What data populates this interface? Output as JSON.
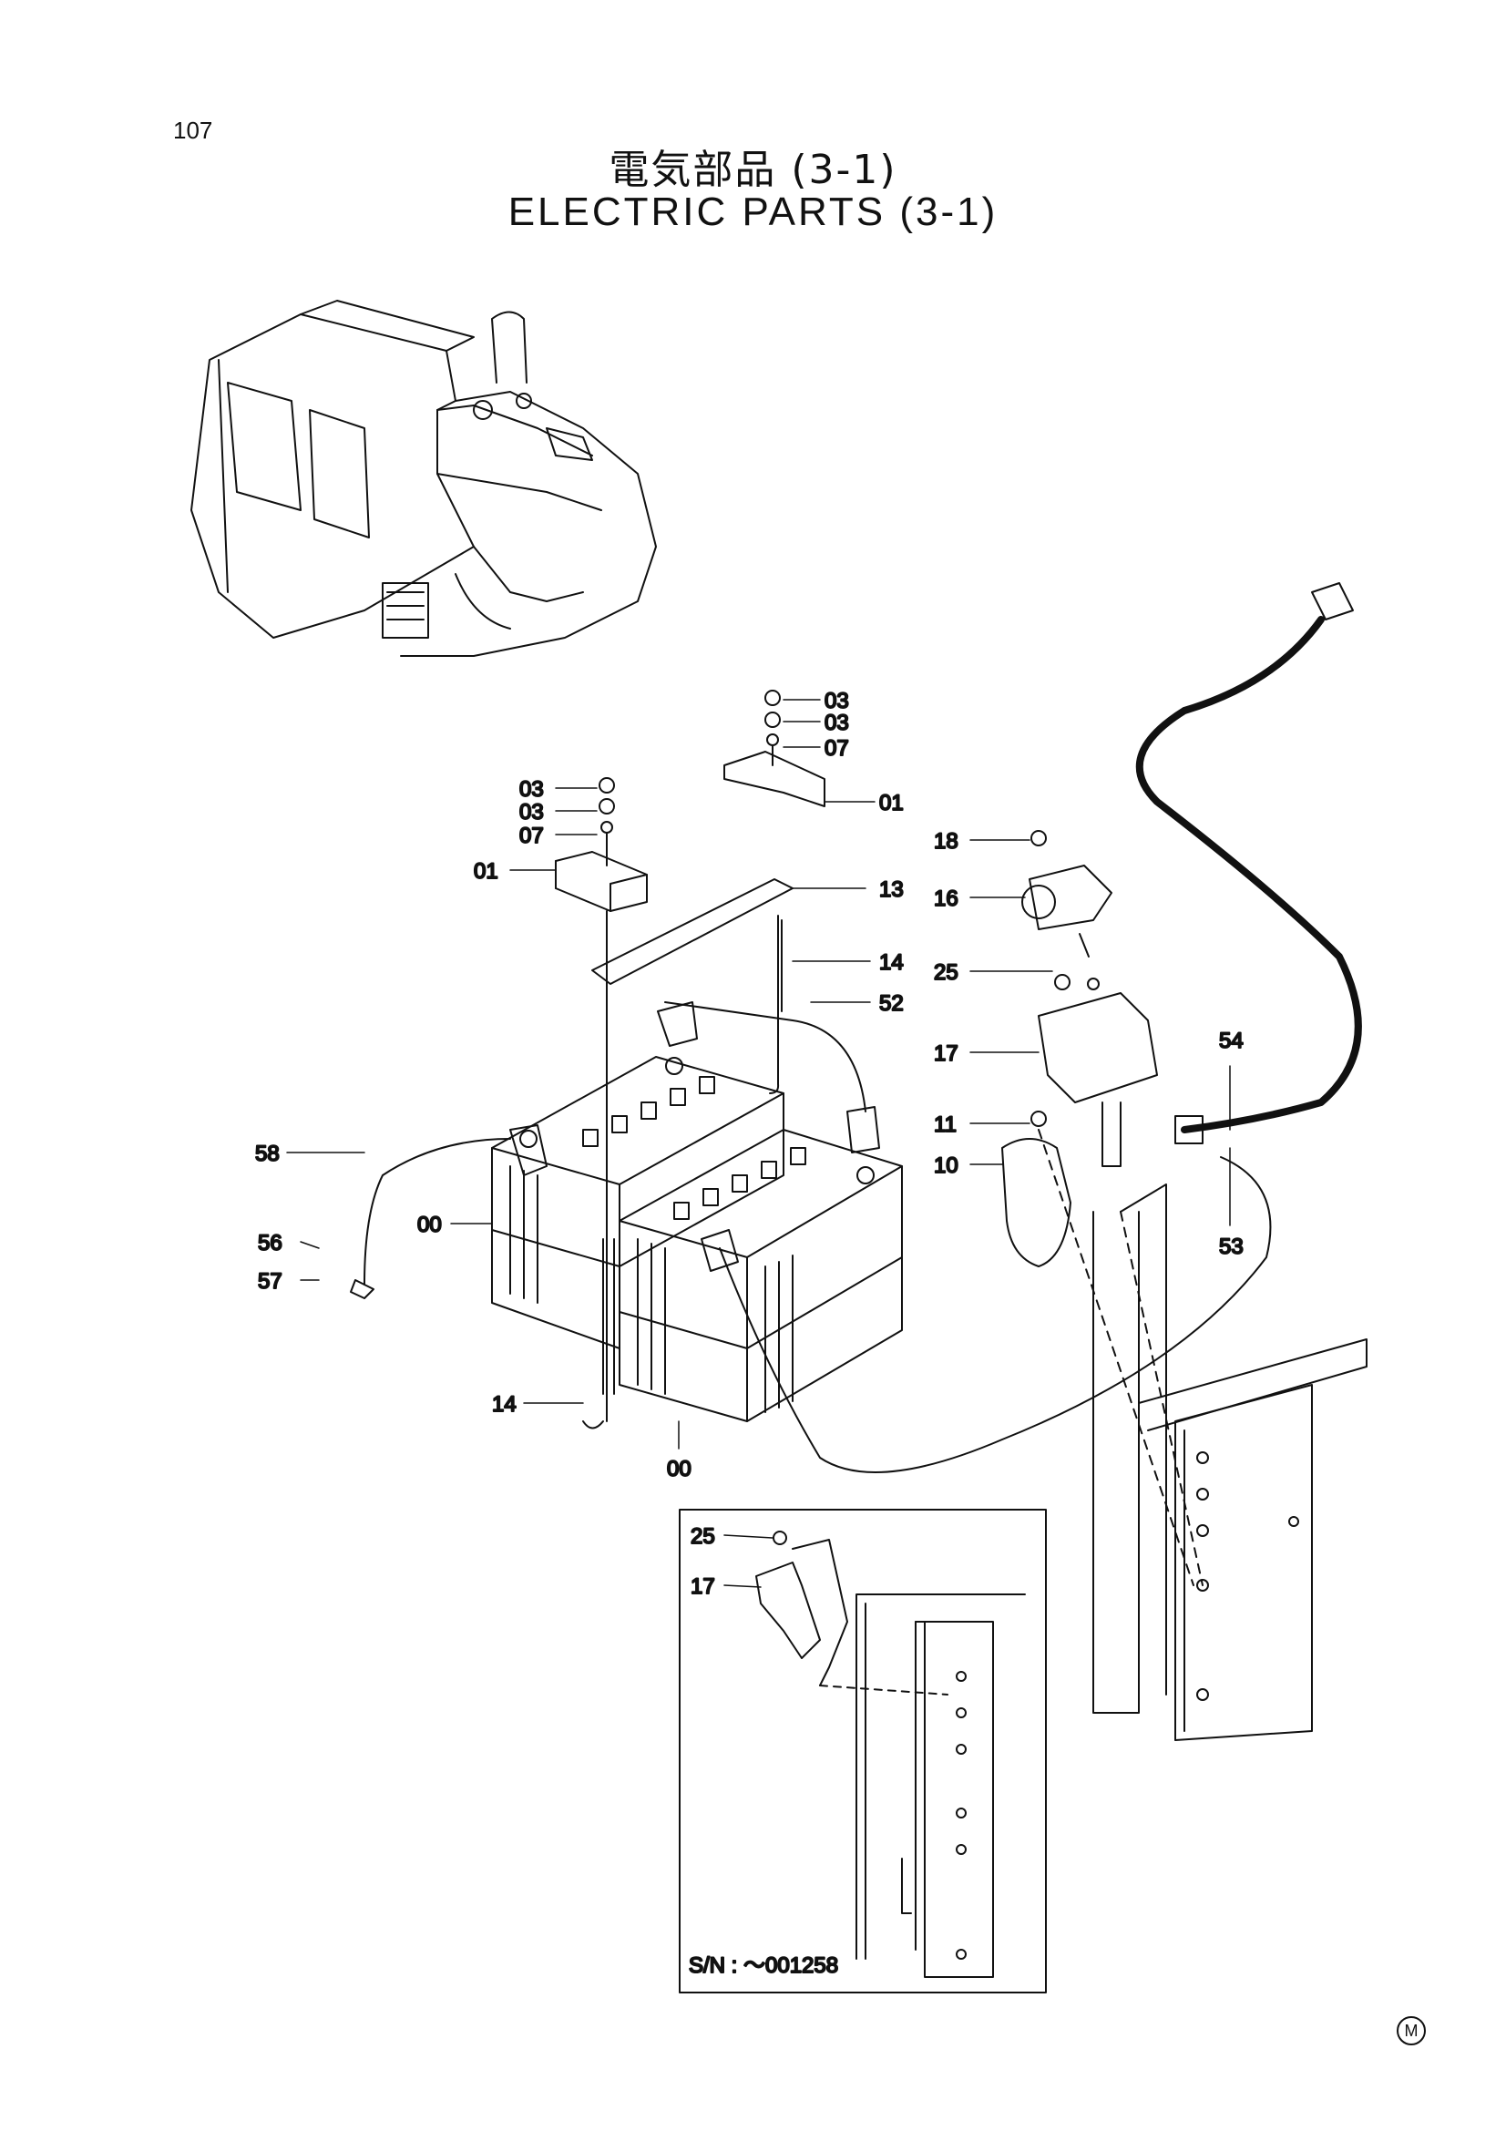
{
  "page_number": "107",
  "title_jp": "電気部品 (3-1)",
  "title_en": "ELECTRIC PARTS (3-1)",
  "part_callouts": {
    "c03a": "03",
    "c03b": "03",
    "c07a": "07",
    "c01a": "01",
    "c03c": "03",
    "c03d": "03",
    "c07b": "07",
    "c01b": "01",
    "c13": "13",
    "c14a": "14",
    "c52": "52",
    "c18": "18",
    "c16": "16",
    "c25a": "25",
    "c17a": "17",
    "c54": "54",
    "c11": "11",
    "c10": "10",
    "c53": "53",
    "c58": "58",
    "c00a": "00",
    "c56": "56",
    "c57": "57",
    "c14b": "14",
    "c00b": "00",
    "c25b": "25",
    "c17b": "17"
  },
  "inset": {
    "serial_note": "S/N :  ～001258"
  },
  "mark": "M"
}
